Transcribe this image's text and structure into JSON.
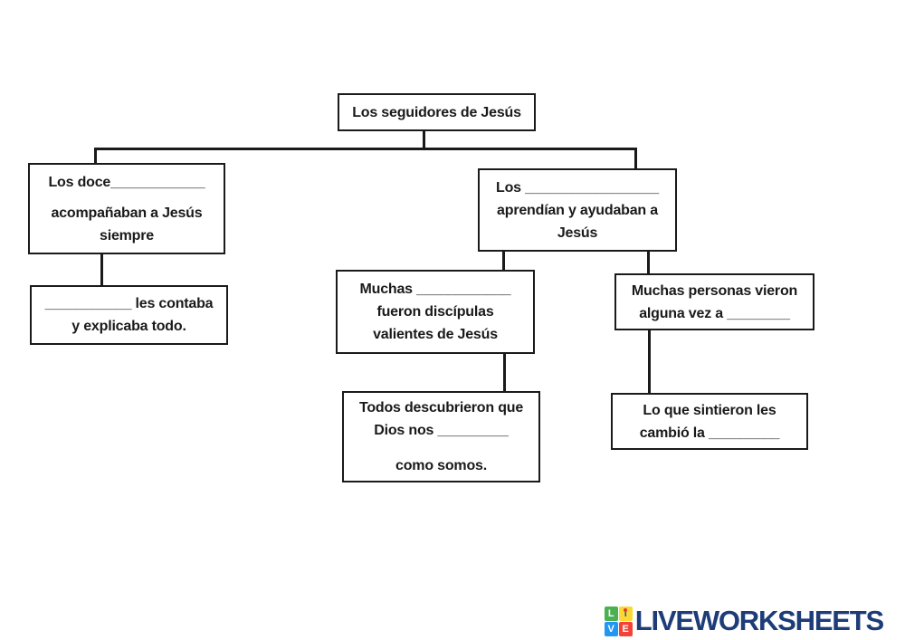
{
  "page": {
    "background": "#ffffff",
    "text_color": "#1a1a1a",
    "line_color": "#1a1a1a"
  },
  "diagram": {
    "title": "Los seguidores de Jesús",
    "boxes": {
      "root": {
        "lines": [
          "Los seguidores de Jesús"
        ]
      },
      "left": {
        "lines": [
          "Los doce____________",
          "acompañaban a Jesús",
          "siempre"
        ]
      },
      "left_child": {
        "lines": [
          "___________ les contaba",
          "y explicaba todo."
        ]
      },
      "right": {
        "lines": [
          "Los _________________",
          "aprendían y ayudaban a",
          "Jesús"
        ]
      },
      "mid": {
        "lines": [
          "Muchas ____________",
          "fueron discípulas",
          "valientes de Jesús"
        ]
      },
      "right_mid": {
        "lines": [
          "Muchas personas vieron",
          "alguna vez a ________"
        ]
      },
      "mid_child": {
        "lines": [
          "Todos descubrieron que",
          "Dios nos _________",
          "como somos."
        ]
      },
      "right_child": {
        "lines": [
          "Lo que sintieron les",
          "cambió la _________"
        ]
      }
    }
  },
  "footer": {
    "logo": {
      "tiles": [
        {
          "letter": "L",
          "color": "#4caf50"
        },
        {
          "letter": "i",
          "color": "#fdd835"
        },
        {
          "letter": "V",
          "color": "#2196f3"
        },
        {
          "letter": "E",
          "color": "#f44336"
        }
      ],
      "wordmark": "LIVEWORKSHEETS",
      "wordmark_color": "#1d3c78"
    }
  }
}
